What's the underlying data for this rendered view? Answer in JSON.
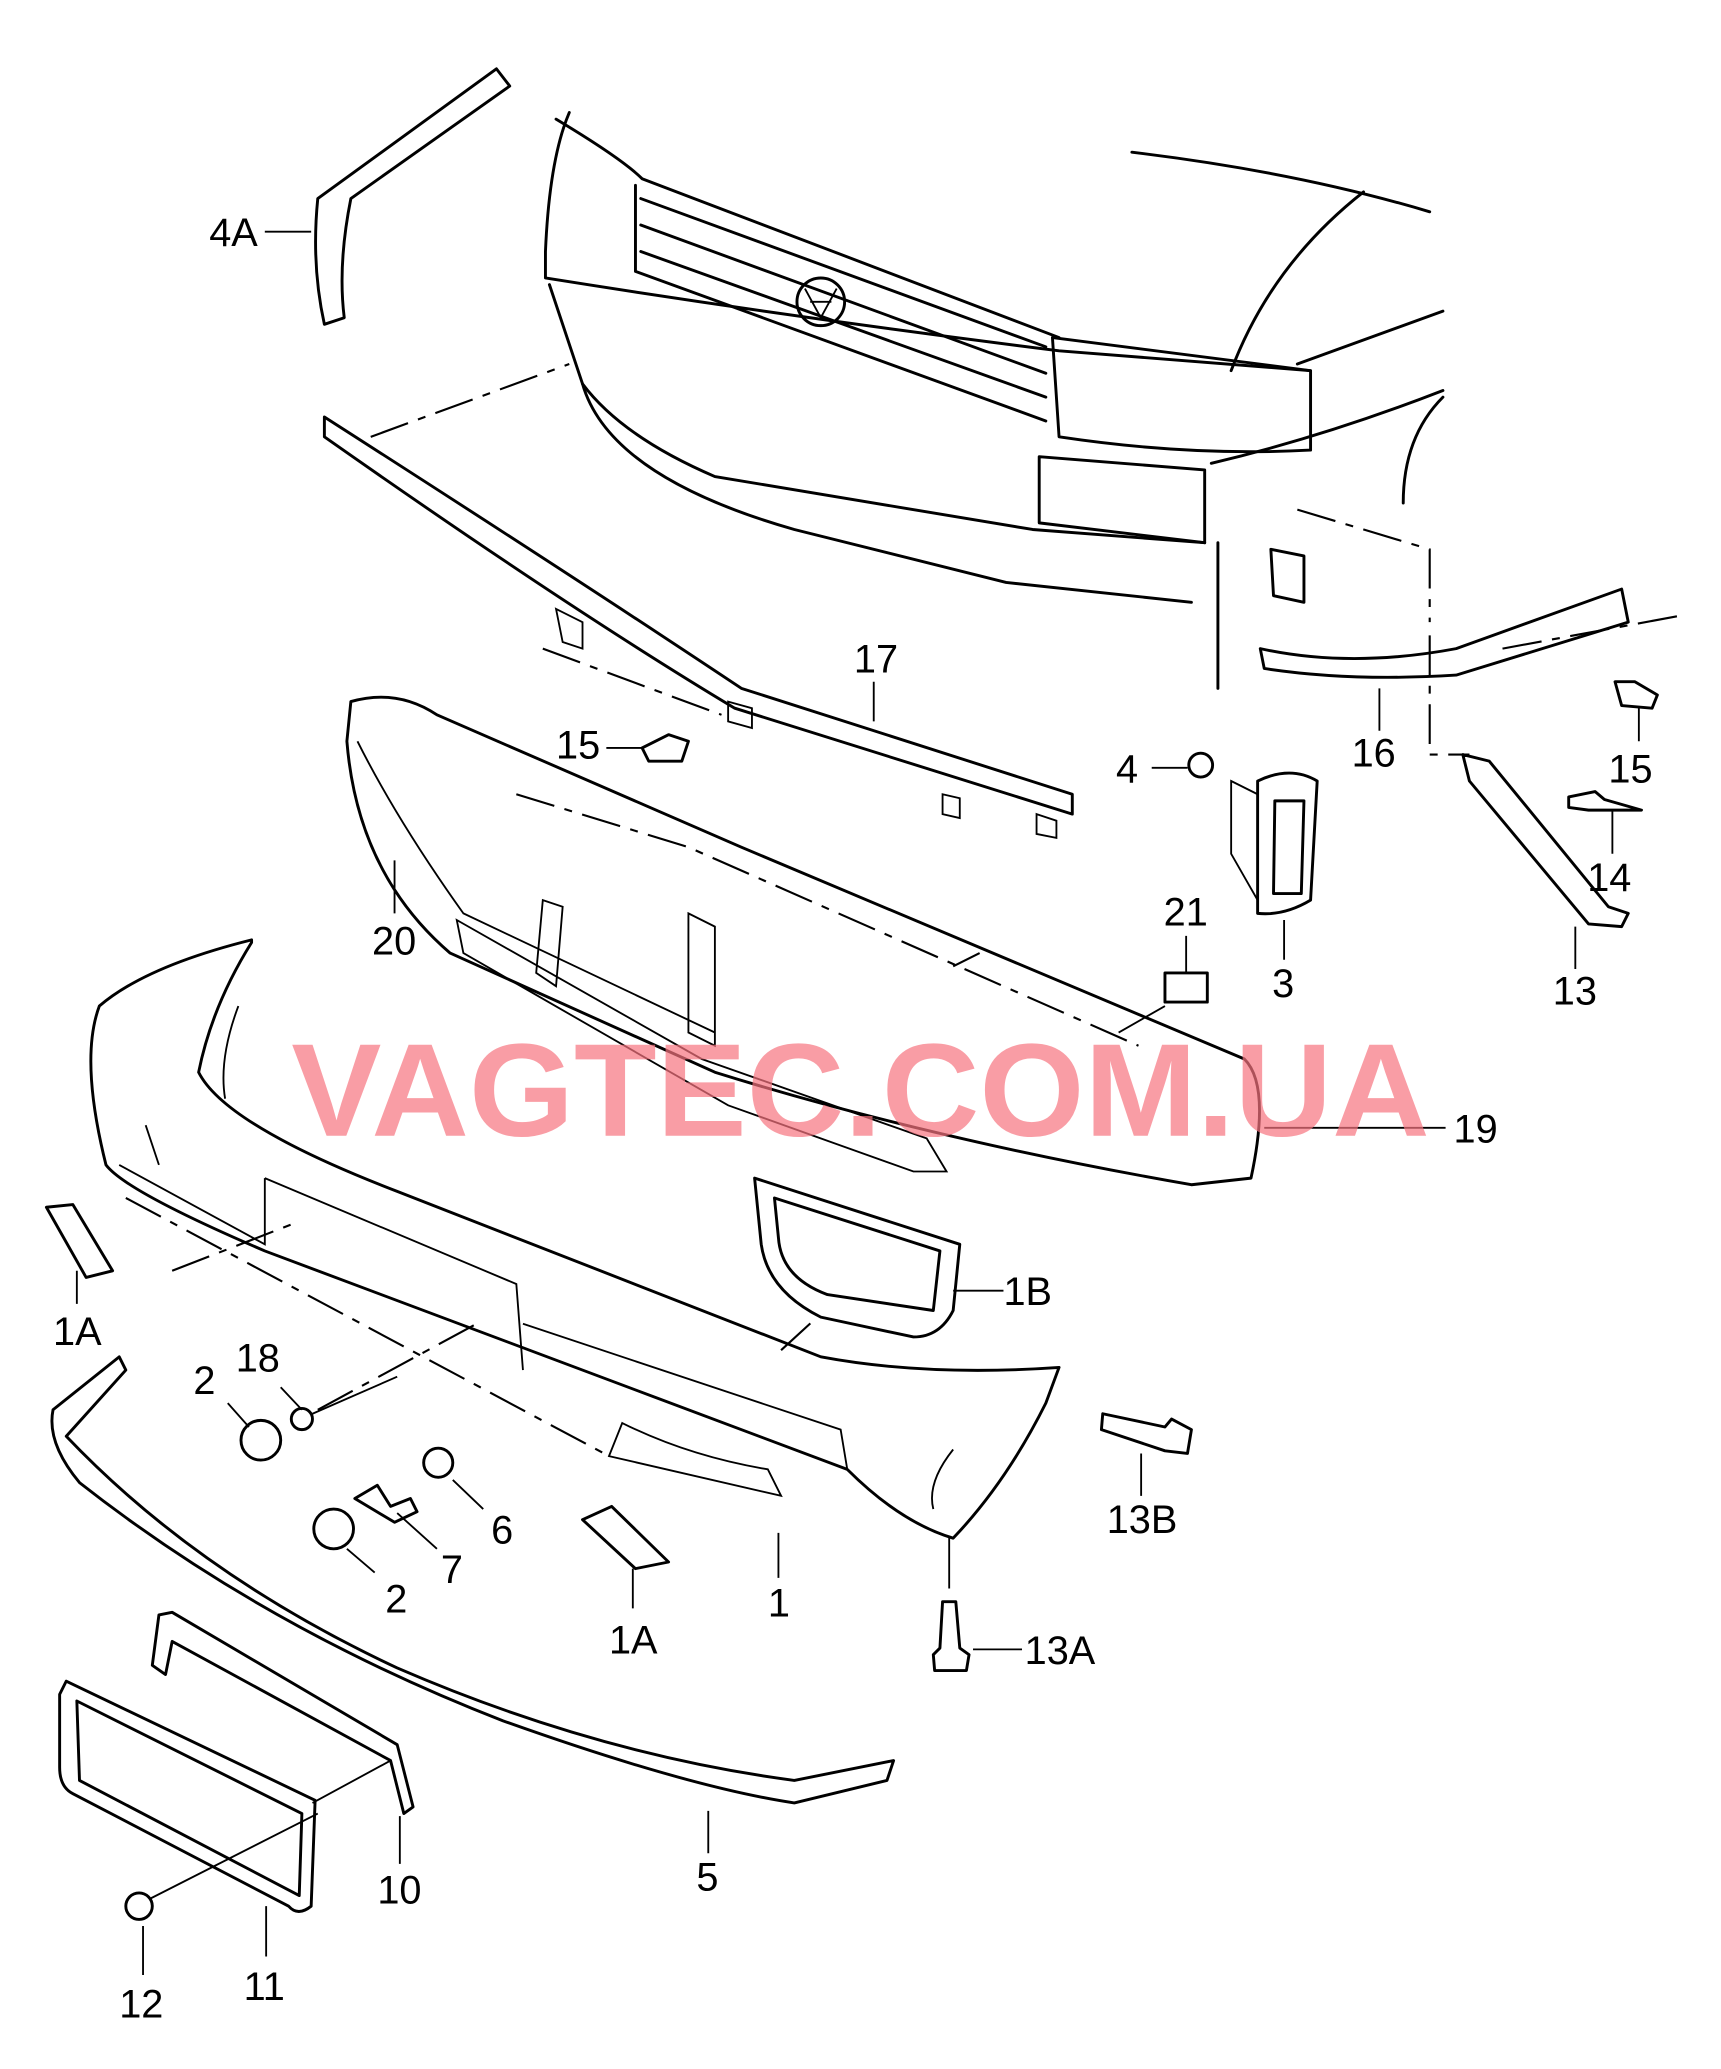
{
  "watermark": "VAGTEC.COM.UA",
  "labels": {
    "l4A": "4A",
    "l17": "17",
    "l15a": "15",
    "l20": "20",
    "l4": "4",
    "l16": "16",
    "l15b": "15",
    "l14": "14",
    "l21": "21",
    "l3": "3",
    "l13": "13",
    "l19": "19",
    "l1B": "1B",
    "l1Aa": "1A",
    "l18": "18",
    "l2a": "2",
    "l13B": "13B",
    "l6": "6",
    "l7": "7",
    "l2b": "2",
    "l1Ab": "1A",
    "l1": "1",
    "l13A": "13A",
    "l10": "10",
    "l5": "5",
    "l12": "12",
    "l11": "11"
  }
}
